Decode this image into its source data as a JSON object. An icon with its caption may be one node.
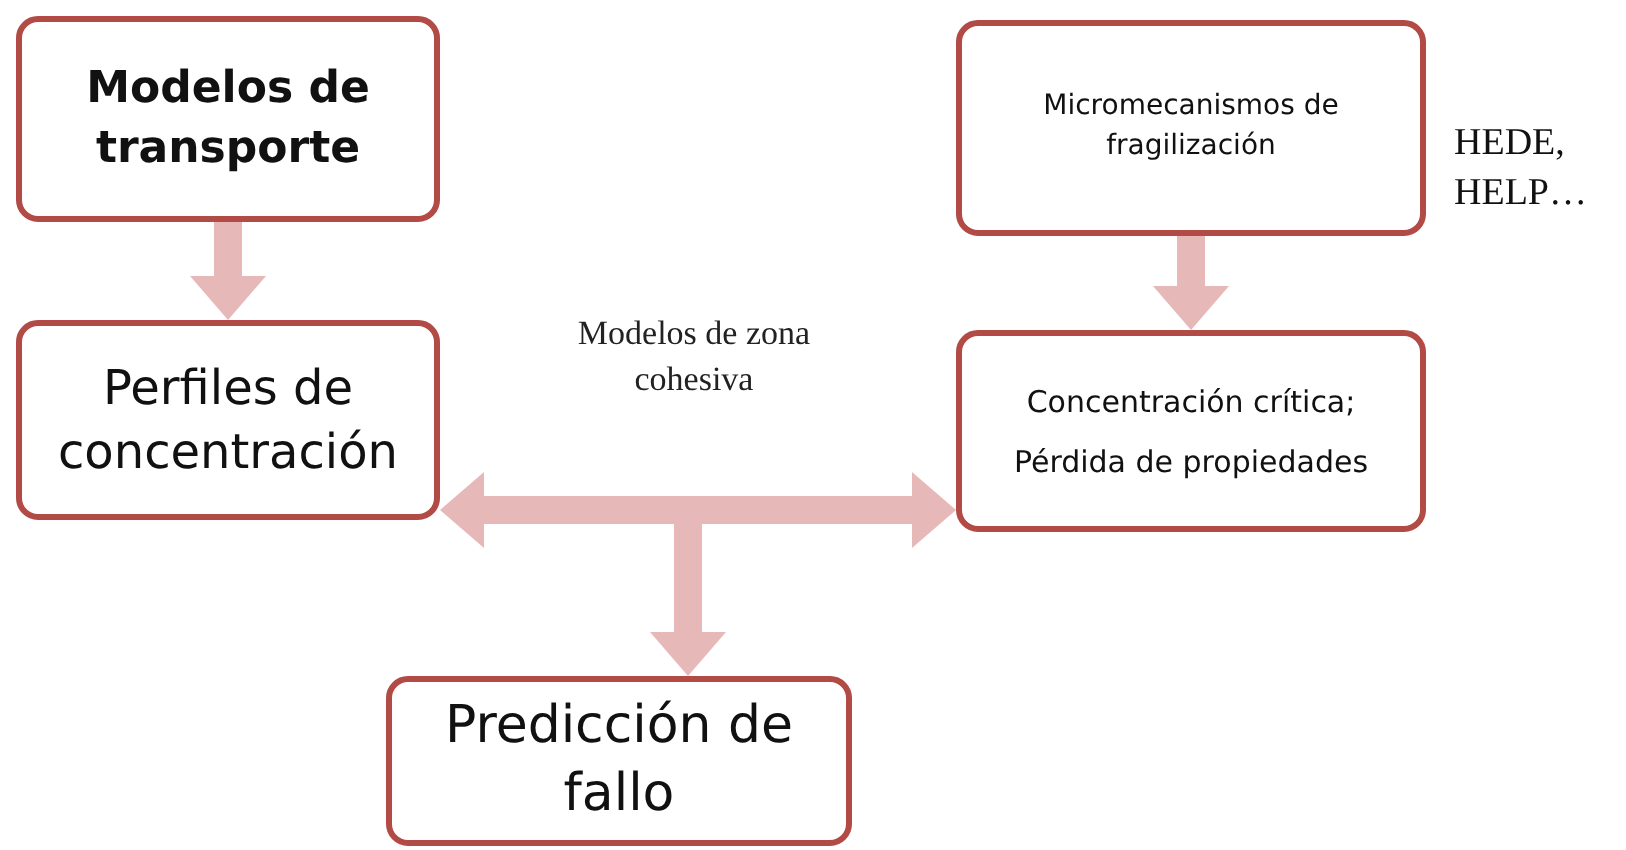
{
  "diagram": {
    "nodes": [
      {
        "text": [
          "Modelos de transporte"
        ]
      },
      {
        "text": [
          "Perfiles de concentración"
        ]
      },
      {
        "text": [
          "Micromecanismos de fragilización"
        ],
        "beside": [
          "HEDE, HELP…"
        ]
      },
      {
        "text": [
          "Concentración crítica; Pérdida de propiedades"
        ]
      },
      {
        "text": [
          "Predicción de fallo"
        ]
      }
    ],
    "edges": [
      {
        "from": 0,
        "to": 1,
        "arrow": "to"
      },
      {
        "from": 2,
        "to": 3,
        "arrow": "to"
      },
      {
        "from": 1,
        "to": 3,
        "arrow": "both",
        "label": "Modelos de zona cohesiva"
      },
      {
        "from": null,
        "to": 4,
        "arrow": "to"
      }
    ]
  }
}
